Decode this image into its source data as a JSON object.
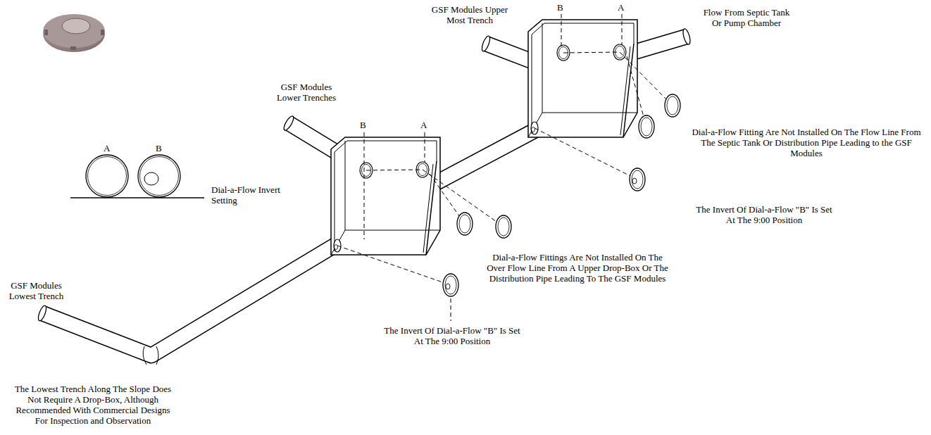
{
  "diagram": {
    "labels": [
      "GSF Modules Upper Most Trench",
      "B",
      "A",
      "Flow From Septic Tank Or Pump Chamber",
      "GSF Modules Lower Trenches",
      "B",
      "A",
      "A",
      "B",
      "Dial-a-Flow Invert Setting",
      "Dial-a-Flow Fitting Are Not Installed On The Flow Line From The Septic Tank Or Distribution Pipe Leading to the GSF Modules",
      "The Invert Of Dial-a-Flow \"B\" Is Set At The 9:00 Position",
      "Dial-a-Flow Fittings Are Not Installed On The Over Flow Line From A Upper Drop-Box Or The Distribution Pipe Leading To The GSF Modules",
      "The Invert Of Dial-a-Flow \"B\" Is Set At The 9:00 Position",
      "GSF Modules Lowest Trench",
      "The Lowest Trench Along The Slope Does Not Require A Drop-Box, Although Recommended With Commercial Designs For Inspection and Observation"
    ]
  }
}
